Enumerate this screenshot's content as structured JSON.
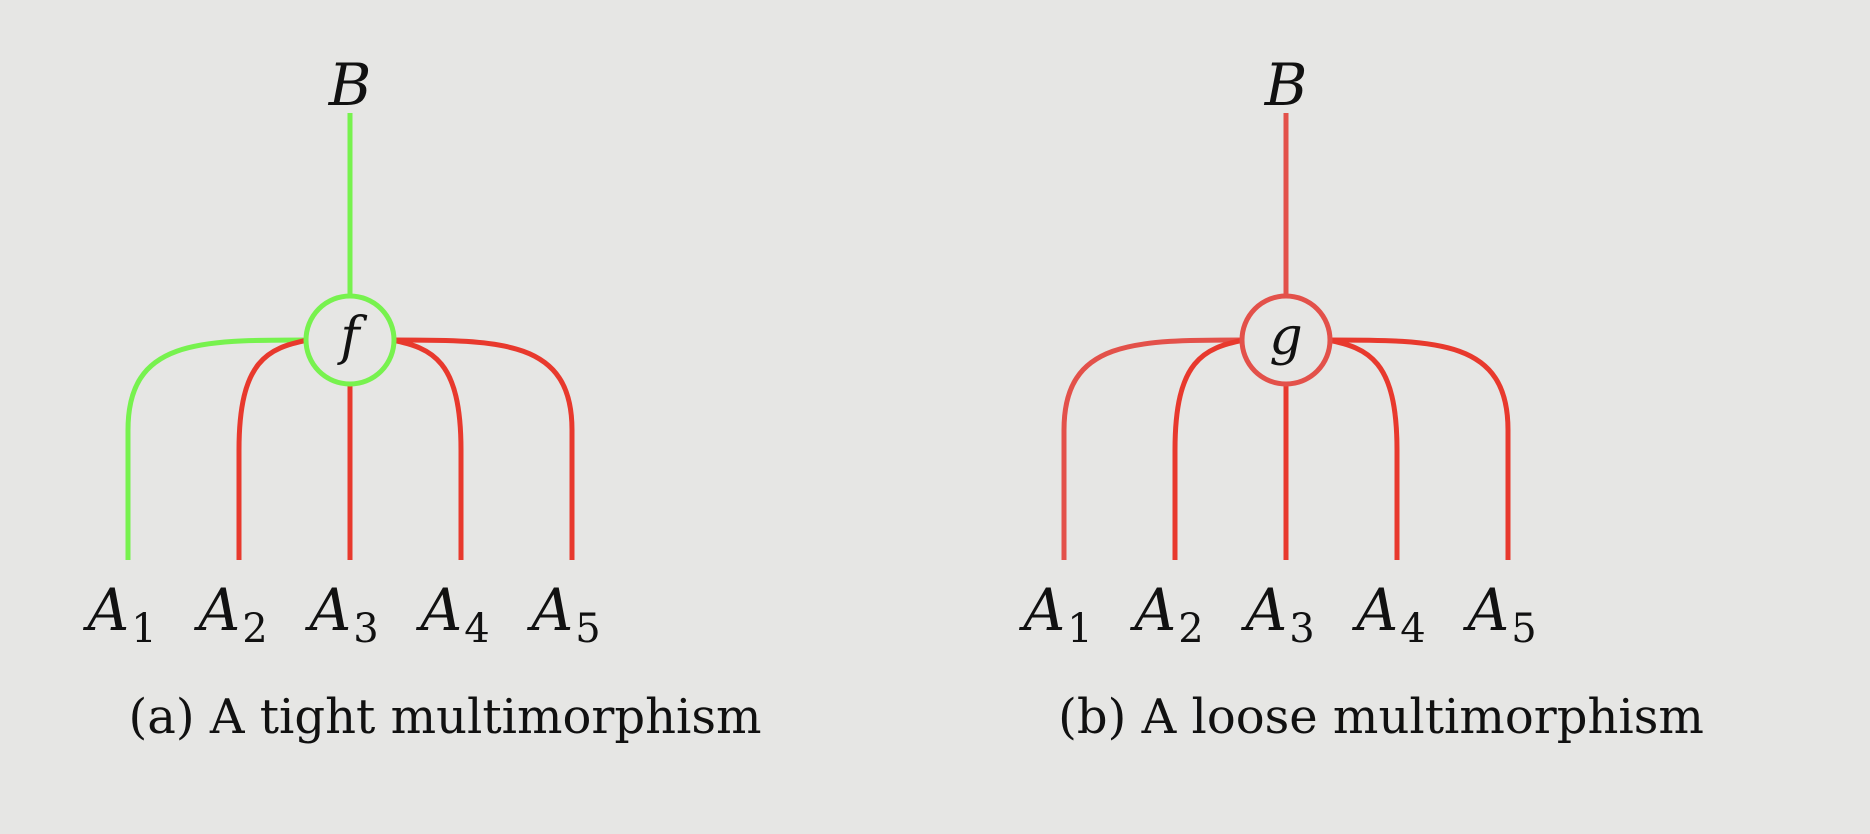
{
  "colors": {
    "background": "#e6e6e4",
    "green": "#77f24e",
    "red": "#e8392d",
    "red_node": "#e3514a",
    "text": "#111111"
  },
  "panels": [
    {
      "id": "a",
      "output_label": "B",
      "node_label": "f",
      "node_color": "green",
      "output_wire_color": "green",
      "inputs": [
        {
          "label": "A",
          "sub": "1",
          "color": "green"
        },
        {
          "label": "A",
          "sub": "2",
          "color": "red"
        },
        {
          "label": "A",
          "sub": "3",
          "color": "red"
        },
        {
          "label": "A",
          "sub": "4",
          "color": "red"
        },
        {
          "label": "A",
          "sub": "5",
          "color": "red"
        }
      ],
      "caption": "(a) A tight multimorphism"
    },
    {
      "id": "b",
      "output_label": "B",
      "node_label": "g",
      "node_color": "red_node",
      "output_wire_color": "red_node",
      "inputs": [
        {
          "label": "A",
          "sub": "1",
          "color": "red_node"
        },
        {
          "label": "A",
          "sub": "2",
          "color": "red"
        },
        {
          "label": "A",
          "sub": "3",
          "color": "red"
        },
        {
          "label": "A",
          "sub": "4",
          "color": "red"
        },
        {
          "label": "A",
          "sub": "5",
          "color": "red"
        }
      ],
      "caption": "(b) A loose multimorphism"
    }
  ]
}
